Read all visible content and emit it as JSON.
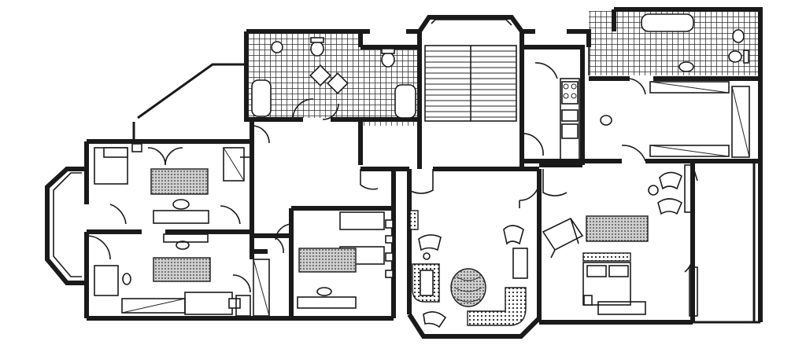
{
  "drawing": {
    "type": "architectural floor plan",
    "line_color": "#1a1a1a",
    "background_color": "#ffffff",
    "tile_pattern": "grid"
  },
  "rooms": [
    {
      "id": "bedroom-west",
      "fixtures": [
        "bed",
        "desk",
        "rug",
        "wardrobe",
        "bay-window"
      ]
    },
    {
      "id": "bedroom-southwest",
      "fixtures": [
        "bed",
        "desk",
        "chair",
        "rug",
        "sofa"
      ]
    },
    {
      "id": "bathroom-north-left",
      "fixtures": [
        "bathtub",
        "toilet",
        "basin",
        "basin",
        "tiled-floor"
      ]
    },
    {
      "id": "bathroom-north-middle",
      "fixtures": [
        "toilet",
        "bathtub",
        "tiled-floor"
      ]
    },
    {
      "id": "staircase",
      "fixtures": [
        "stair-treads",
        "bay"
      ]
    },
    {
      "id": "kitchen",
      "fixtures": [
        "stove",
        "sink",
        "counter"
      ]
    },
    {
      "id": "bathroom-northeast",
      "fixtures": [
        "bathtub",
        "toilet",
        "basin",
        "tiled-floor"
      ]
    },
    {
      "id": "corridor-east",
      "fixtures": [
        "wardrobe",
        "wardrobe"
      ]
    },
    {
      "id": "bedroom-middle",
      "fixtures": [
        "bed",
        "bed",
        "rug",
        "desk",
        "nightstands"
      ]
    },
    {
      "id": "living-room",
      "fixtures": [
        "sofa",
        "sofa",
        "armchairs",
        "coffee-table",
        "bay-window",
        "shelf"
      ]
    },
    {
      "id": "bedroom-east",
      "fixtures": [
        "double-bed",
        "rug",
        "armchairs",
        "easel",
        "wardrobe"
      ]
    },
    {
      "id": "conservatory-east",
      "fixtures": []
    }
  ]
}
